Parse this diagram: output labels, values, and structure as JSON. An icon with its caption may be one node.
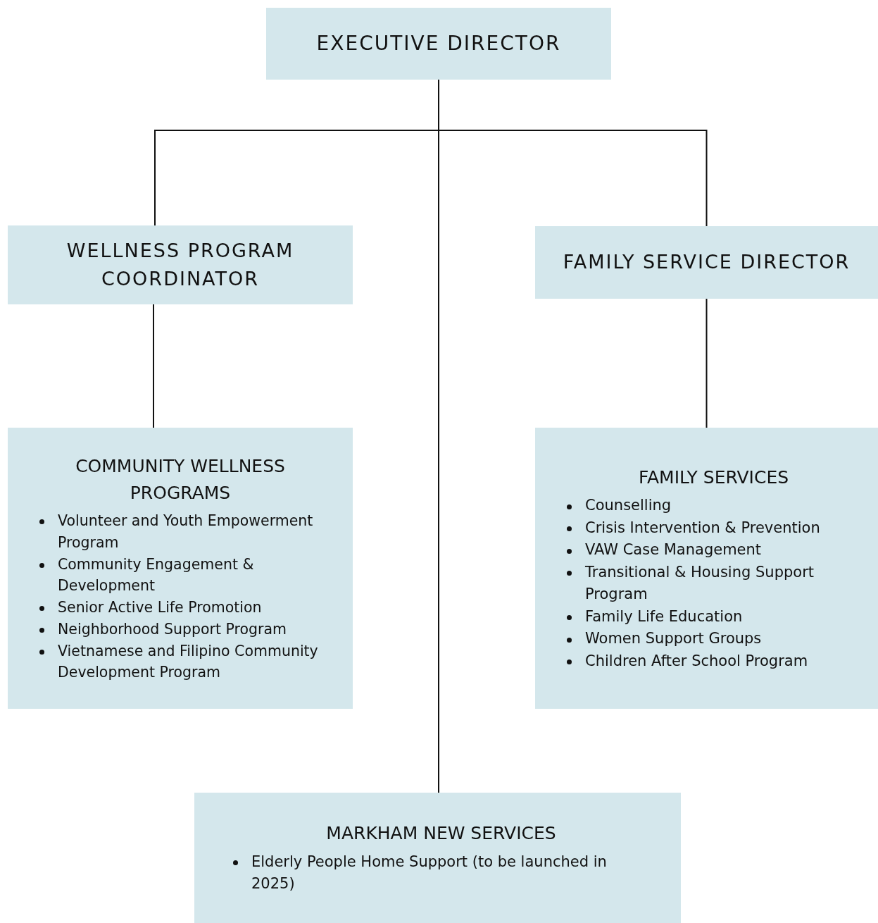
{
  "diagram": {
    "nodes": [
      {
        "text": [
          "EXECUTIVE DIRECTOR"
        ]
      },
      {
        "text": [
          "WELLNESS PROGRAM COORDINATOR"
        ]
      },
      {
        "text": [
          "FAMILY SERVICE DIRECTOR"
        ]
      },
      {
        "text": [
          "COMMUNITY WELLNESS PROGRAMS",
          "Volunteer and Youth Empowerment Program",
          "Community Engagement & Development",
          "Senior Active Life Promotion",
          "Neighborhood Support Program",
          "Vietnamese and Filipino Community Development Program"
        ]
      },
      {
        "text": [
          "FAMILY SERVICES",
          "Counselling",
          "Crisis Intervention & Prevention",
          "VAW Case Management",
          "Transitional & Housing Support Program",
          "Family Life Education",
          "Women Support Groups",
          "Children After School Program"
        ]
      },
      {
        "text": [
          "MARKHAM NEW SERVICES",
          "Elderly People Home Support (to be launched in 2025)"
        ]
      }
    ],
    "edges": [
      {
        "from": 0,
        "to": 1,
        "arrow": "none"
      },
      {
        "from": 0,
        "to": 2,
        "arrow": "none"
      },
      {
        "from": 0,
        "to": 5,
        "arrow": "none"
      },
      {
        "from": 1,
        "to": 3,
        "arrow": "none"
      },
      {
        "from": 2,
        "to": 4,
        "arrow": "none"
      }
    ]
  }
}
